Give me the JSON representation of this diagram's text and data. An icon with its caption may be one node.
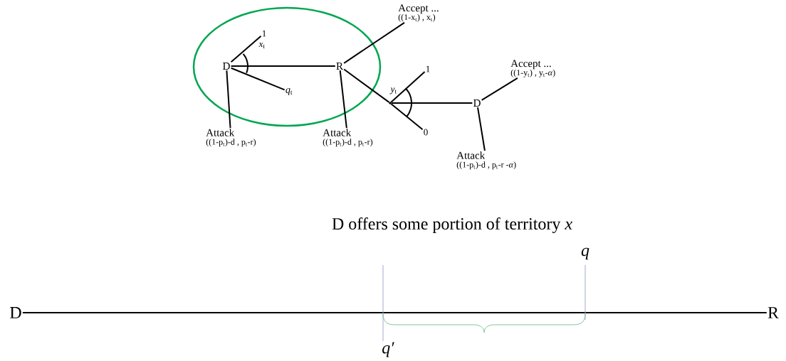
{
  "diagram": {
    "nodes": [
      {
        "text": [],
        "shape": "ellipse"
      },
      {
        "text": [
          "D"
        ],
        "in": 0
      },
      {
        "text": [
          "1"
        ],
        "in": 0
      },
      {
        "text": [
          "*q*$_{t}$"
        ],
        "in": 0
      },
      {
        "text": [
          "R"
        ],
        "in": 0
      },
      {
        "text": [
          "Attack",
          "((1-p$_{t}$)-d , p$_{t}$-r)"
        ]
      },
      {
        "text": [
          "Attack",
          "((1-p$_{t}$)-d , p$_{t}$-r)"
        ]
      },
      {
        "text": [
          "Accept ...",
          "((1-x$_{t}$) , x$_{t}$)"
        ]
      },
      {
        "text": [],
        "shape": "point"
      },
      {
        "text": [
          "1"
        ]
      },
      {
        "text": [
          "0"
        ]
      },
      {
        "text": [
          "D"
        ]
      },
      {
        "text": [
          "Accept ...",
          "((1-y$_{t}$) , y$_{t}$-*α*)"
        ]
      },
      {
        "text": [
          "Attack",
          "((1-p$_{t}$)-d , p$_{t}$-r -*α*)"
        ]
      },
      {
        "text": [
          "D"
        ]
      },
      {
        "text": [
          "R"
        ]
      }
    ],
    "edges": [
      {
        "from": 1,
        "to": 2,
        "arrow": "none"
      },
      {
        "from": 1,
        "to": 3,
        "arrow": "none"
      },
      {
        "from": 1,
        "to": 4,
        "arrow": "none"
      },
      {
        "from": 1,
        "to": 5,
        "arrow": "none"
      },
      {
        "from": 4,
        "to": 7,
        "arrow": "none"
      },
      {
        "from": 4,
        "to": 8,
        "arrow": "none"
      },
      {
        "from": 4,
        "to": 6,
        "arrow": "none"
      },
      {
        "from": 8,
        "to": 9,
        "arrow": "none"
      },
      {
        "from": 8,
        "to": 10,
        "arrow": "none"
      },
      {
        "from": 8,
        "to": 11,
        "arrow": "none"
      },
      {
        "from": 11,
        "to": 12,
        "arrow": "none"
      },
      {
        "from": 11,
        "to": 13,
        "arrow": "none"
      },
      {
        "from": 14,
        "to": 15,
        "arrow": "none"
      }
    ],
    "labels": [
      "*x*$_{t}$",
      "*y*$_{t}$",
      "D offers some portion of territory *x*",
      "*q*",
      "*q′*"
    ]
  }
}
